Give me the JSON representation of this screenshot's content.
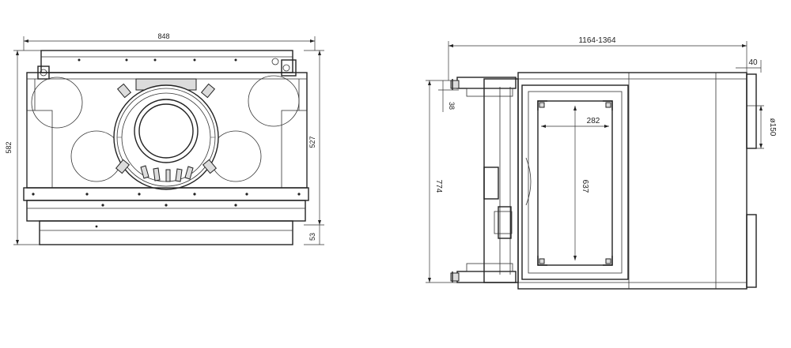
{
  "front_view": {
    "width_label": "848",
    "height_label": "582",
    "inner_height_label": "527",
    "base_label": "53"
  },
  "top_view": {
    "depth_label": "1164-1364",
    "collar_label": "40",
    "duct_label": "ø150",
    "width_label": "774",
    "offset_label": "38",
    "glass_height_label": "637",
    "glass_width_label": "282"
  }
}
